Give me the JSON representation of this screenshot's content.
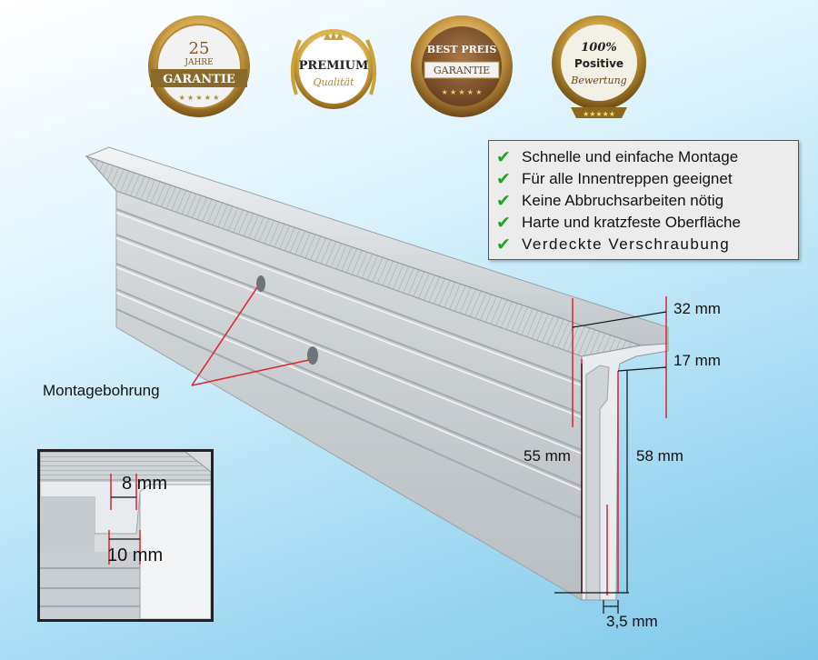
{
  "badges": [
    {
      "name": "guarantee-badge",
      "top": "25",
      "middle": "JAHRE",
      "banner": "GARANTIE",
      "colors": {
        "ring": "#b8862a",
        "inner": "#f3f3f3",
        "banner": "#8a6a2a"
      }
    },
    {
      "name": "premium-badge",
      "top": "PREMIUM",
      "bottom": "Qualität",
      "colors": {
        "ring": "#c9a23c",
        "inner": "#ffffff"
      }
    },
    {
      "name": "best-price-badge",
      "top": "BEST PREIS",
      "banner": "GARANTIE",
      "colors": {
        "ring": "#b8862a",
        "inner": "#8a5a2a"
      }
    },
    {
      "name": "positive-rating-badge",
      "top": "100%",
      "middle": "Positive",
      "bottom": "Bewertung",
      "colors": {
        "ring": "#8b6a1f",
        "inner": "#f3f0e6"
      }
    }
  ],
  "features": [
    "Schnelle und einfache Montage",
    "Für alle Innentreppen geeignet",
    "Keine Abbruchsarbeiten nötig",
    "Harte und kratzfeste Oberfläche",
    "Verdeckte Verschraubung"
  ],
  "labels": {
    "mounting_hole": "Montagebohrung",
    "dim_32": "32 mm",
    "dim_17": "17 mm",
    "dim_55": "55 mm",
    "dim_58": "58 mm",
    "dim_3_5": "3,5 mm",
    "dim_8": "8 mm",
    "dim_10": "10 mm"
  },
  "colors": {
    "check": "#22a322",
    "dimension_line": "#e0232b",
    "profile": "#c9ced2"
  }
}
